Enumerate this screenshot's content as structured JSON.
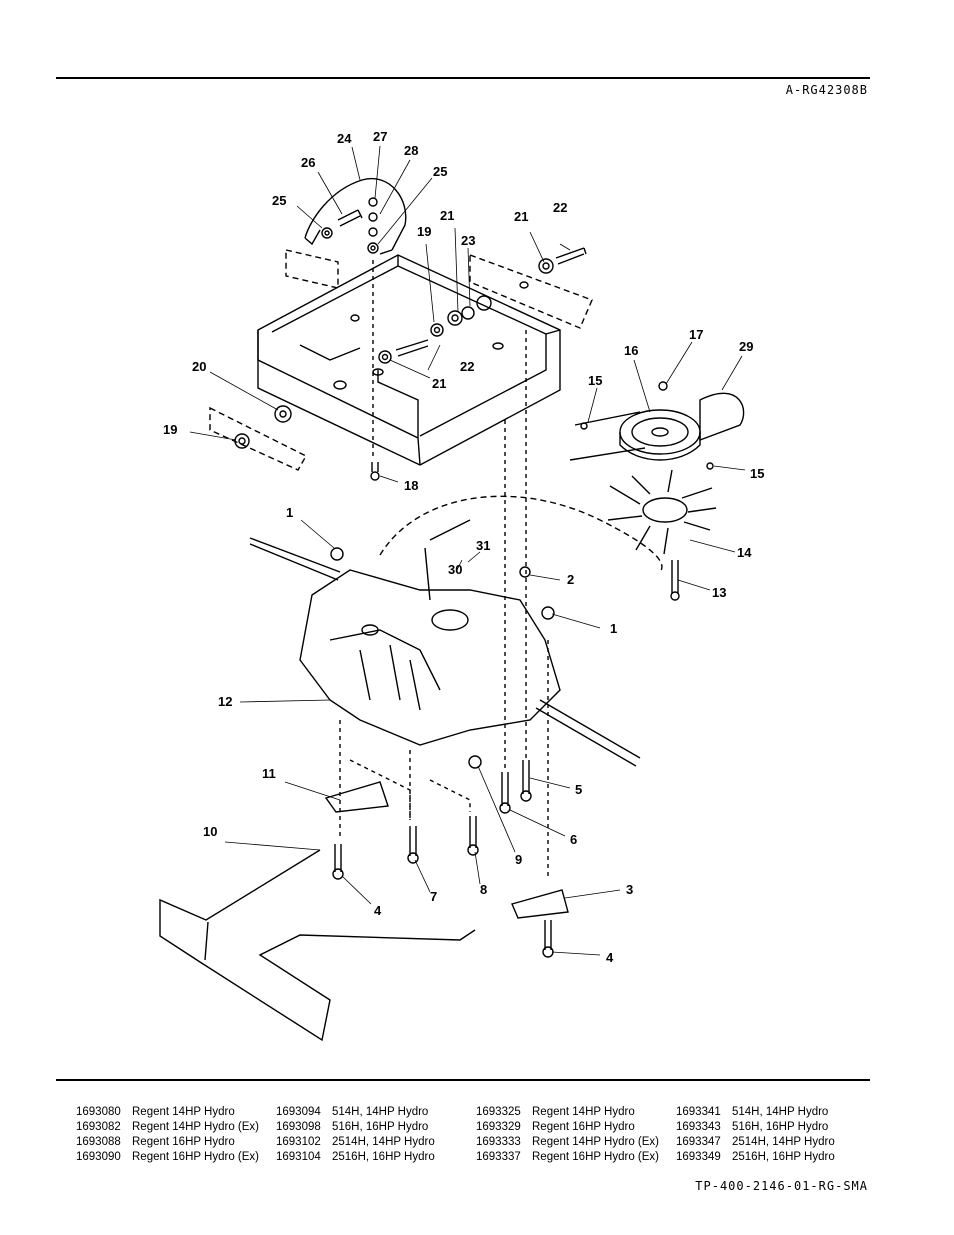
{
  "header": {
    "drawing_code": "A-RG42308B"
  },
  "footer": {
    "doc_code": "TP-400-2146-01-RG-SMA"
  },
  "callouts": [
    "1",
    "1",
    "2",
    "3",
    "4",
    "4",
    "5",
    "6",
    "7",
    "8",
    "9",
    "10",
    "11",
    "12",
    "13",
    "14",
    "15",
    "15",
    "16",
    "17",
    "18",
    "19",
    "19",
    "20",
    "21",
    "21",
    "21",
    "22",
    "22",
    "23",
    "24",
    "25",
    "25",
    "26",
    "27",
    "28",
    "29",
    "30",
    "31"
  ],
  "models": [
    [
      {
        "num": "1693080",
        "name": "Regent 14HP Hydro"
      },
      {
        "num": "1693082",
        "name": "Regent 14HP Hydro (Ex)"
      },
      {
        "num": "1693088",
        "name": "Regent 16HP Hydro"
      },
      {
        "num": "1693090",
        "name": "Regent 16HP Hydro (Ex)"
      }
    ],
    [
      {
        "num": "1693094",
        "name": "514H, 14HP Hydro"
      },
      {
        "num": "1693098",
        "name": "516H, 16HP Hydro"
      },
      {
        "num": "1693102",
        "name": "2514H, 14HP Hydro"
      },
      {
        "num": "1693104",
        "name": "2516H, 16HP Hydro"
      }
    ],
    [
      {
        "num": "1693325",
        "name": "Regent 14HP Hydro"
      },
      {
        "num": "1693329",
        "name": "Regent 16HP Hydro"
      },
      {
        "num": "1693333",
        "name": "Regent 14HP Hydro (Ex)"
      },
      {
        "num": "1693337",
        "name": "Regent 16HP Hydro (Ex)"
      }
    ],
    [
      {
        "num": "1693341",
        "name": "514H, 14HP Hydro"
      },
      {
        "num": "1693343",
        "name": "516H, 16HP Hydro"
      },
      {
        "num": "1693347",
        "name": "2514H, 14HP Hydro"
      },
      {
        "num": "1693349",
        "name": "2516H, 16HP Hydro"
      }
    ]
  ]
}
